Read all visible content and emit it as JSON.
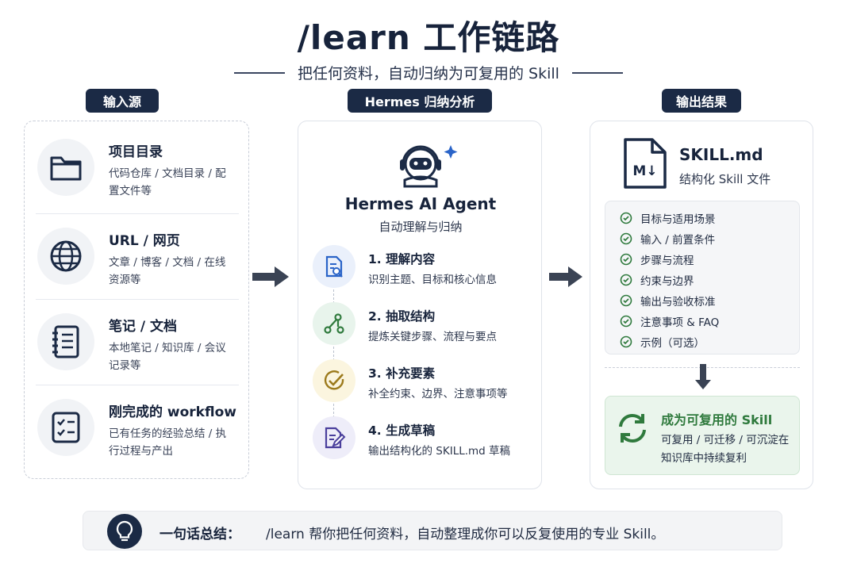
{
  "title": "/learn 工作链路",
  "subtitle": "把任何资料，自动归纳为可复用的 Skill",
  "columns": {
    "input_label": "输入源",
    "agent_label": "Hermes 归纳分析",
    "output_label": "输出结果"
  },
  "inputs": [
    {
      "title": "项目目录",
      "desc": "代码仓库 / 文档目录 / 配置文件等",
      "icon": "folder-icon"
    },
    {
      "title": "URL / 网页",
      "desc": "文章 / 博客 / 文档 / 在线资源等",
      "icon": "globe-icon"
    },
    {
      "title": "笔记 / 文档",
      "desc": "本地笔记 / 知识库 / 会议记录等",
      "icon": "notebook-icon"
    },
    {
      "title": "刚完成的 workflow",
      "desc": "已有任务的经验总结 / 执行过程与产出",
      "icon": "checklist-icon"
    }
  ],
  "agent": {
    "name": "Hermes AI Agent",
    "subtitle": "自动理解与归纳",
    "steps": [
      {
        "title": "1. 理解内容",
        "desc": "识别主题、目标和核心信息",
        "icon": "document-search-icon",
        "color": "#eaf0fb"
      },
      {
        "title": "2. 抽取结构",
        "desc": "提炼关键步骤、流程与要点",
        "icon": "flow-structure-icon",
        "color": "#e8f4ec"
      },
      {
        "title": "3. 补充要素",
        "desc": "补全约束、边界、注意事项等",
        "icon": "check-circle-icon",
        "color": "#fbf5df"
      },
      {
        "title": "4. 生成草稿",
        "desc": "输出结构化的 SKILL.md 草稿",
        "icon": "edit-document-icon",
        "color": "#eeedf9"
      }
    ]
  },
  "output": {
    "title": "SKILL.md",
    "subtitle": "结构化 Skill 文件",
    "doc_badge": "M↓",
    "checklist": [
      "目标与适用场景",
      "输入 / 前置条件",
      "步骤与流程",
      "约束与边界",
      "输出与验收标准",
      "注意事项 & FAQ",
      "示例（可选）"
    ],
    "reuse_title": "成为可复用的 Skill",
    "reuse_desc": "可复用 / 可迁移 / 可沉淀在知识库中持续复利"
  },
  "summary": {
    "label": "一句话总结：",
    "text": "/learn 帮你把任何资料，自动整理成你可以反复使用的专业 Skill。"
  },
  "colors": {
    "navy": "#1b2a45",
    "green": "#2f7a3d",
    "accent_blue": "#2a64c8"
  }
}
